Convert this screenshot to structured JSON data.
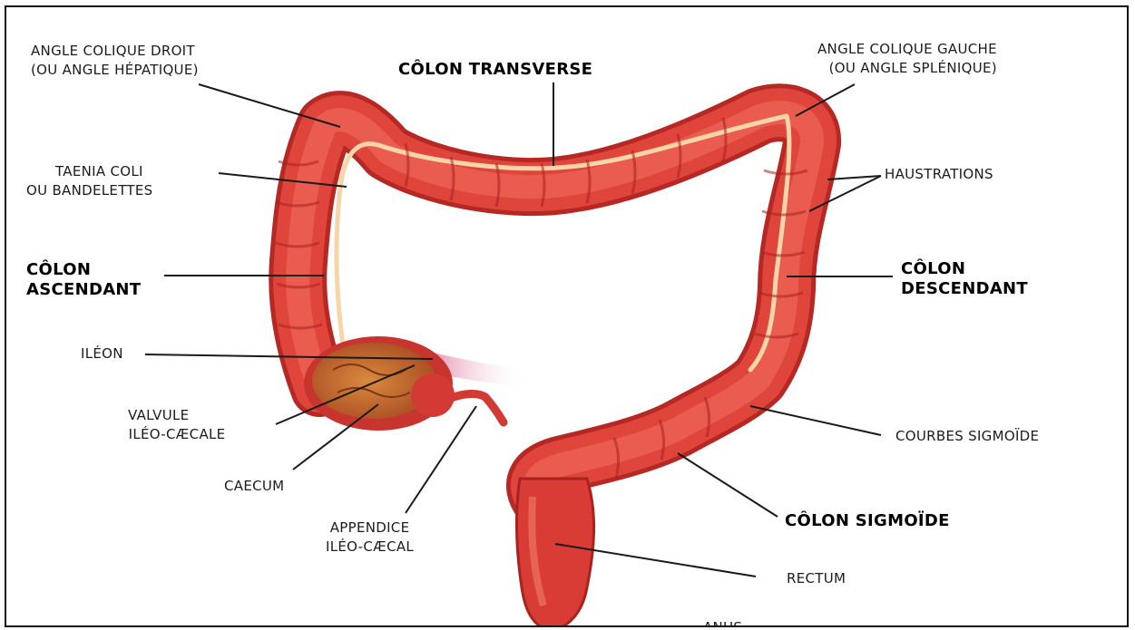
{
  "colors": {
    "colon": "#e0453c",
    "colon_dark": "#b62823",
    "colon_light": "#f27a66",
    "taenia": "#f6d6a8",
    "caecum_inner": "#c8702f",
    "ileum": "#e98fa8",
    "leader_line": "#1a1a1a"
  },
  "labels": {
    "angle_colique_droit": [
      "ANGLE COLIQUE DROIT",
      "(OU ANGLE HÉPATIQUE)"
    ],
    "colon_transverse": [
      "CÔLON TRANSVERSE"
    ],
    "angle_colique_gauche": [
      "ANGLE COLIQUE GAUCHE",
      "(OU ANGLE SPLÉNIQUE)"
    ],
    "taenia_coli": [
      "TAENIA COLI",
      "OU BANDELETTES"
    ],
    "haustrations": [
      "HAUSTRATIONS"
    ],
    "colon_ascendant": [
      "CÔLON",
      "ASCENDANT"
    ],
    "colon_descendant": [
      "CÔLON",
      "DESCENDANT"
    ],
    "ileon": [
      "ILÉON"
    ],
    "valvule": [
      "VALVULE",
      "ILÉO-CÆCALE"
    ],
    "caecum": [
      "CAECUM"
    ],
    "appendice": [
      "APPENDICE",
      "ILÉO-CÆCAL"
    ],
    "courbes_sigmoide": [
      "COURBES SIGMOÏDE"
    ],
    "colon_sigmoide": [
      "CÔLON SIGMOÏDE"
    ],
    "rectum": [
      "RECTUM"
    ],
    "anus": [
      "ANUS"
    ]
  }
}
